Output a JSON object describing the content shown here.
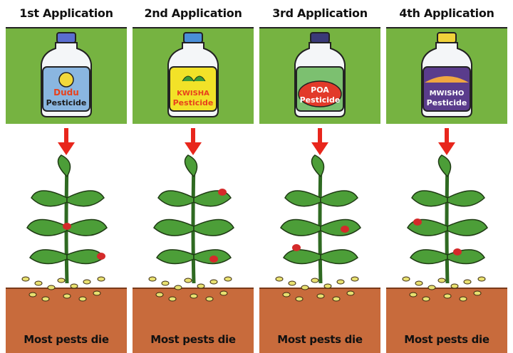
{
  "panels": [
    {
      "title": "1st Application",
      "brand": "Dudu",
      "product": "Pesticide",
      "caption": "Most pests die",
      "cap_color": "#5a6dd0",
      "label_color": "#8ab6e0",
      "brand_color": "#e8411c"
    },
    {
      "title": "2nd Application",
      "brand": "KWISHA",
      "product": "Pesticide",
      "caption": "Most pests die",
      "cap_color": "#4a8ed8",
      "label_color": "#f2e228",
      "brand_color": "#e8411c"
    },
    {
      "title": "3rd Application",
      "brand": "POA",
      "product": "Pesticide",
      "caption": "Most pests die",
      "cap_color": "#3a3a78",
      "label_color": "#e23a2a",
      "brand_color": "#ffffff"
    },
    {
      "title": "4th Application",
      "brand": "MWISHO",
      "product": "Pesticide",
      "caption": "Most pests die",
      "cap_color": "#f0d23a",
      "label_color": "#5a3c8c",
      "brand_color": "#ffffff"
    }
  ],
  "colors": {
    "green": "#76b341",
    "soil": "#c86b3c",
    "arrow": "#e8261c",
    "leaf": "#4c9e38",
    "pest": "#d42a2a"
  }
}
